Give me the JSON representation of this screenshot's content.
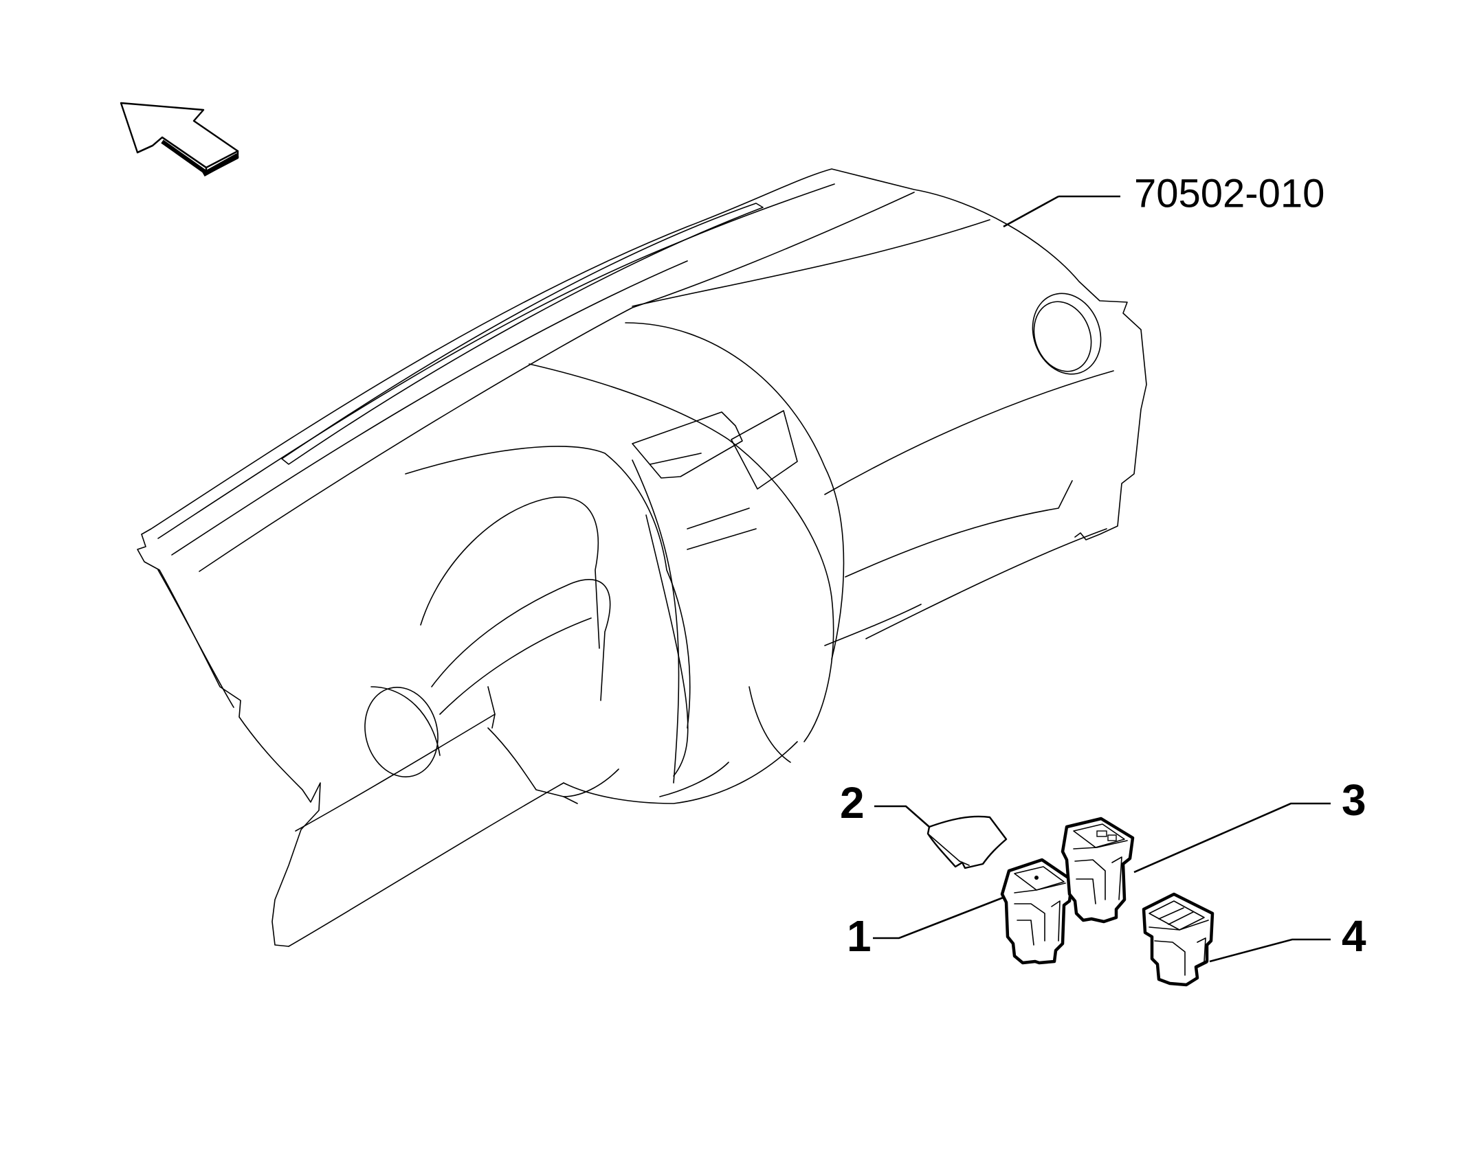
{
  "reference_code": "70502-010",
  "callouts": [
    {
      "id": "1",
      "label": "1"
    },
    {
      "id": "2",
      "label": "2"
    },
    {
      "id": "3",
      "label": "3"
    },
    {
      "id": "4",
      "label": "4"
    }
  ],
  "icons": {
    "direction_arrow": "direction-arrow-icon"
  },
  "colors": {
    "line": "#000000",
    "background": "#ffffff"
  }
}
